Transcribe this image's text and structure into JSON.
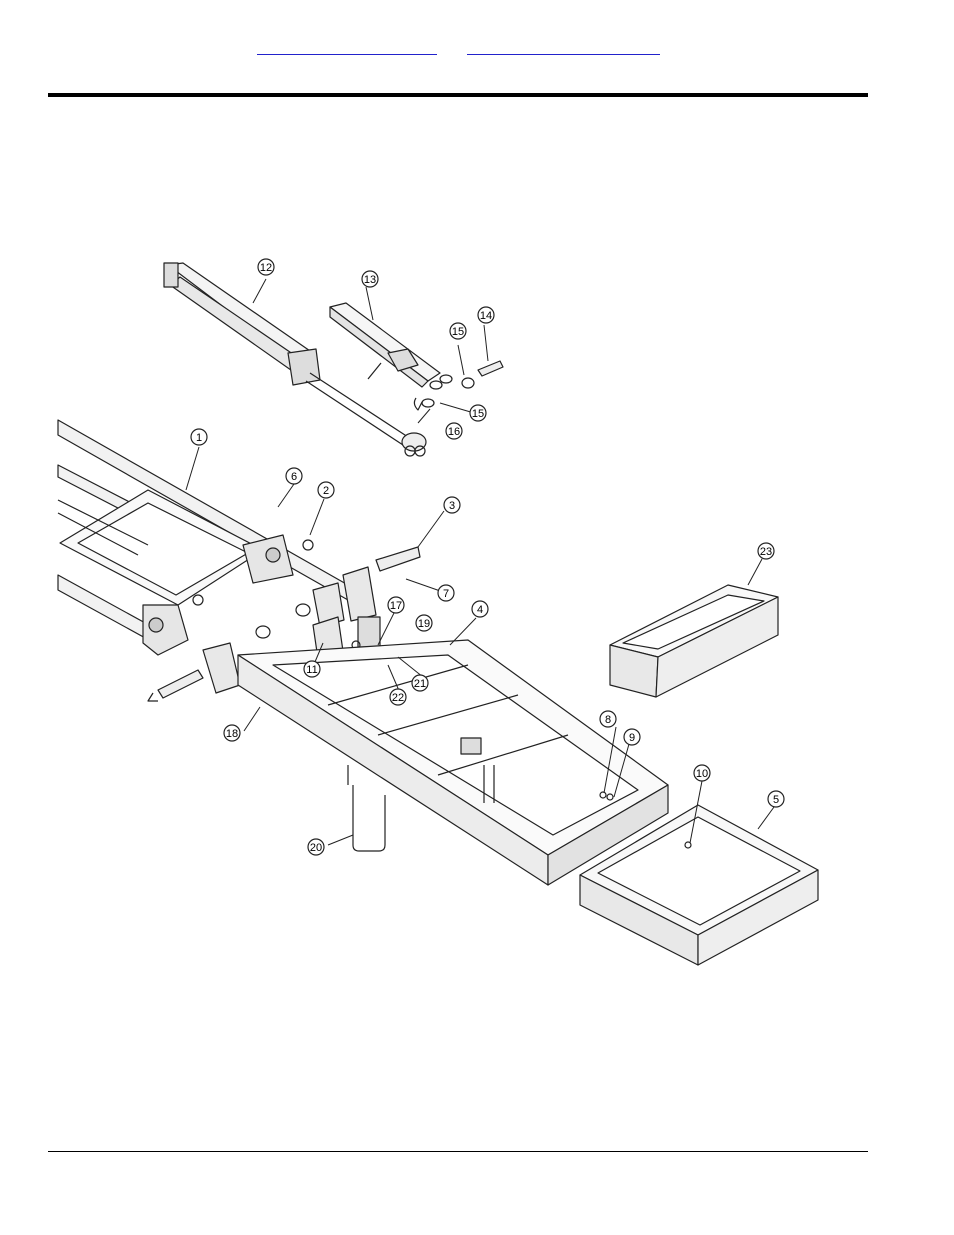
{
  "header": {
    "link_left": "",
    "link_right": ""
  },
  "diagram": {
    "callouts": [
      {
        "id": "callout-1",
        "label": "1"
      },
      {
        "id": "callout-2",
        "label": "2"
      },
      {
        "id": "callout-3",
        "label": "3"
      },
      {
        "id": "callout-4",
        "label": "4"
      },
      {
        "id": "callout-5",
        "label": "5"
      },
      {
        "id": "callout-6",
        "label": "6"
      },
      {
        "id": "callout-7",
        "label": "7"
      },
      {
        "id": "callout-8",
        "label": "8"
      },
      {
        "id": "callout-9",
        "label": "9"
      },
      {
        "id": "callout-10",
        "label": "10"
      },
      {
        "id": "callout-11",
        "label": "11"
      },
      {
        "id": "callout-12",
        "label": "12"
      },
      {
        "id": "callout-13",
        "label": "13"
      },
      {
        "id": "callout-14",
        "label": "14"
      },
      {
        "id": "callout-15a",
        "label": "15"
      },
      {
        "id": "callout-15b",
        "label": "15"
      },
      {
        "id": "callout-16",
        "label": "16"
      },
      {
        "id": "callout-17",
        "label": "17"
      },
      {
        "id": "callout-18",
        "label": "18"
      },
      {
        "id": "callout-19",
        "label": "19"
      },
      {
        "id": "callout-20",
        "label": "20"
      },
      {
        "id": "callout-21",
        "label": "21"
      },
      {
        "id": "callout-22",
        "label": "22"
      },
      {
        "id": "callout-23",
        "label": "23"
      }
    ]
  }
}
